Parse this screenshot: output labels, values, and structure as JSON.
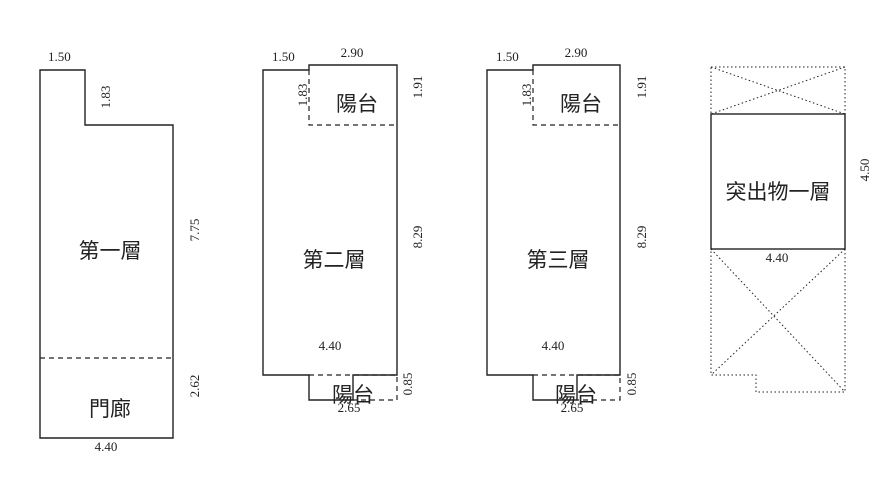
{
  "floor1": {
    "top_left_width": "1.50",
    "notch_depth": "1.83",
    "side_length": "7.75",
    "porch_length": "2.62",
    "bottom_width": "4.40",
    "room_label": "第一層",
    "porch_label": "門廊"
  },
  "floor2": {
    "top_left_width": "1.50",
    "balcony_width": "2.90",
    "notch_depth": "1.83",
    "balcony_depth": "1.91",
    "side_length": "8.29",
    "width": "4.40",
    "rear_balcony_depth": "0.85",
    "rear_balcony_width": "2.65",
    "room_label": "第二層",
    "balcony_label": "陽台",
    "rear_balcony_label": "陽台"
  },
  "floor3": {
    "top_left_width": "1.50",
    "balcony_width": "2.90",
    "notch_depth": "1.83",
    "balcony_depth": "1.91",
    "side_length": "8.29",
    "width": "4.40",
    "rear_balcony_depth": "0.85",
    "rear_balcony_width": "2.65",
    "room_label": "第三層",
    "balcony_label": "陽台",
    "rear_balcony_label": "陽台"
  },
  "roof": {
    "height": "4.50",
    "width": "4.40",
    "room_label": "突出物一層"
  }
}
